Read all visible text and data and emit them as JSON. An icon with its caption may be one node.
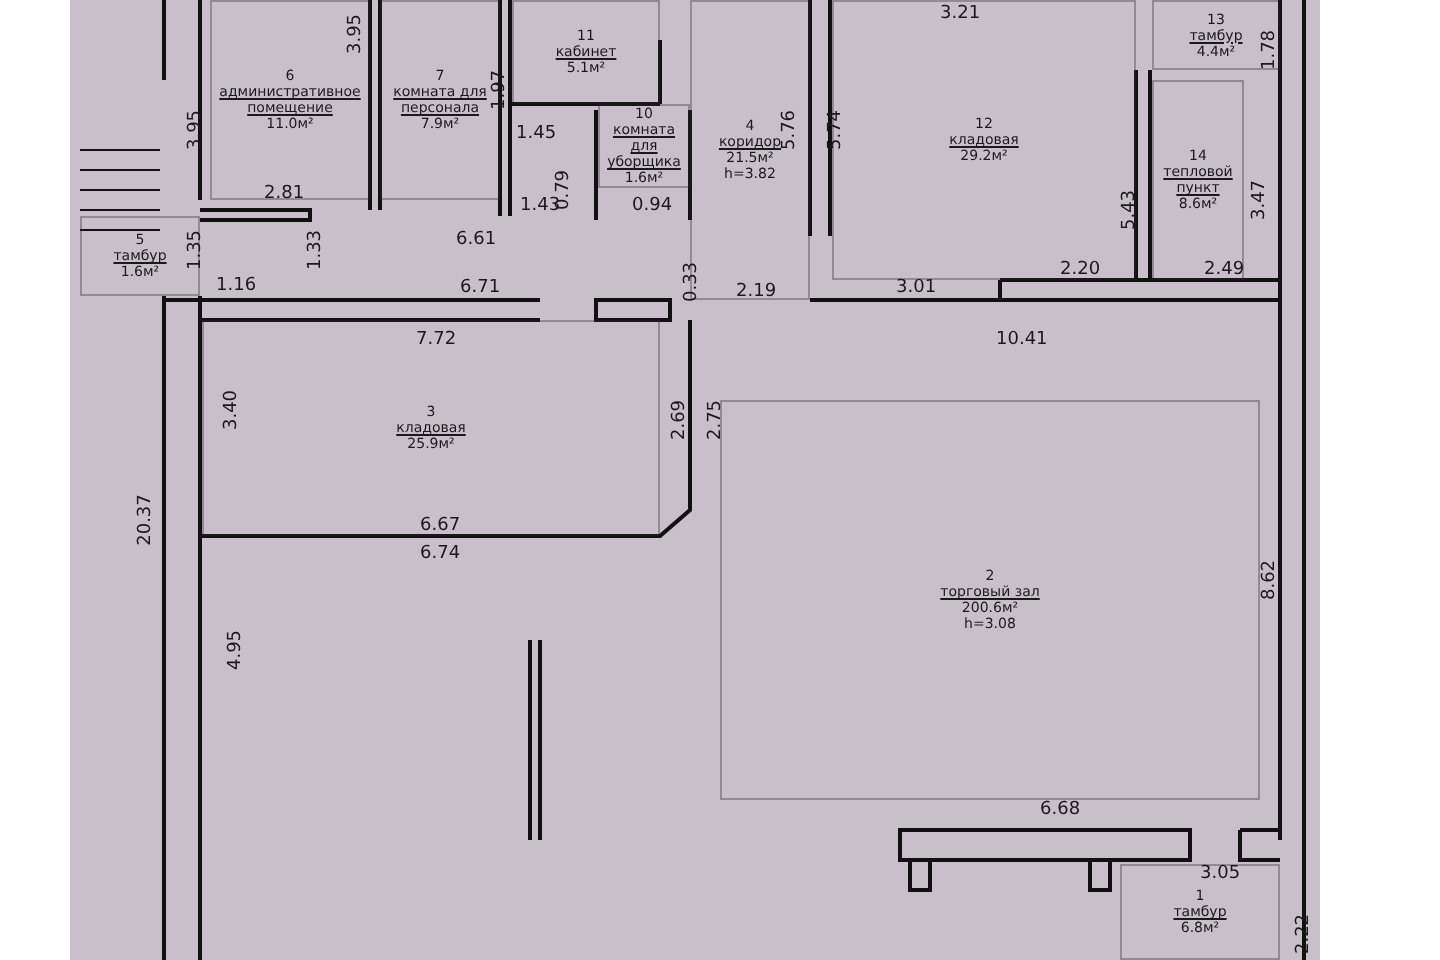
{
  "diagram": {
    "nodes": [
      {
        "text": [
          "6",
          "административное помещение",
          "11.0м²"
        ]
      },
      {
        "text": [
          "7",
          "комната для персонала",
          "7.9м²"
        ]
      },
      {
        "text": [
          "11",
          "кабинет",
          "5.1м²"
        ]
      },
      {
        "text": [
          "10",
          "комната для уборщика",
          "1.6м²"
        ]
      },
      {
        "text": [
          "5",
          "тамбур",
          "1.6м²"
        ]
      },
      {
        "text": [
          "4",
          "коридор",
          "21.5м²",
          "h=3.82"
        ]
      },
      {
        "text": [
          "12",
          "кладовая",
          "29.2м²"
        ]
      },
      {
        "text": [
          "13",
          "тамбур",
          "4.4м²"
        ]
      },
      {
        "text": [
          "14",
          "тепловой пункт",
          "8.6м²"
        ]
      },
      {
        "text": [
          "3",
          "кладовая",
          "25.9м²"
        ]
      },
      {
        "text": [
          "2",
          "торговый зал",
          "200.6м²",
          "h=3.08"
        ]
      },
      {
        "text": [
          "1",
          "тамбур",
          "6.8м²"
        ]
      }
    ],
    "edges": [],
    "labels": [
      "3.95",
      "1.97",
      "3.21",
      "1.78",
      "3.95",
      "5.76",
      "5.74",
      "5.43",
      "1.45",
      "2.81",
      "1.43",
      "0.79",
      "0.94",
      "6.61",
      "3.47",
      "1.35",
      "1.33",
      "1.16",
      "6.71",
      "0.33",
      "2.19",
      "3.01",
      "2.20",
      "2.49",
      "7.72",
      "10.41",
      "3.40",
      "2.69",
      "2.75",
      "20.37",
      "6.67",
      "6.74",
      "8.62",
      "4.95",
      "6.68",
      "3.05",
      "2.22"
    ]
  }
}
